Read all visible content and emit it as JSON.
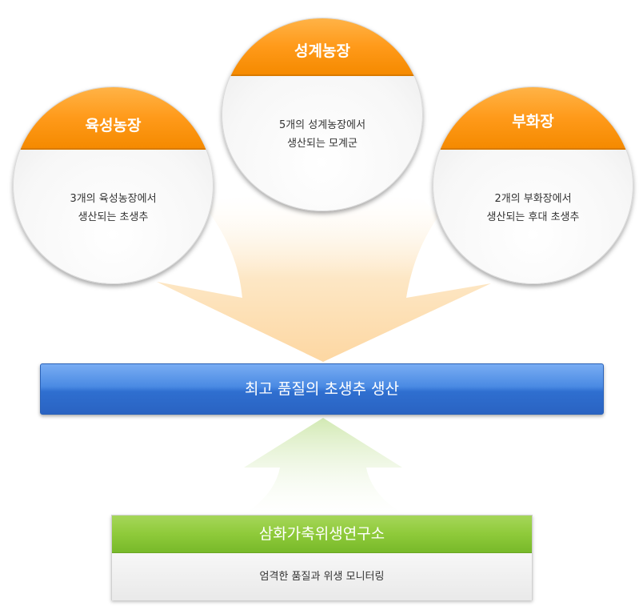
{
  "farms": {
    "breeding": {
      "title": "육성농장",
      "desc_line1": "3개의 육성농장에서",
      "desc_line2": "생산되는 초생추"
    },
    "layer": {
      "title": "성계농장",
      "desc_line1": "5개의 성계농장에서",
      "desc_line2": "생산되는 모계군"
    },
    "hatchery": {
      "title": "부화장",
      "desc_line1": "2개의 부화장에서",
      "desc_line2": "생산되는 후대 초생추"
    }
  },
  "production": {
    "label": "최고 품질의 초생추 생산"
  },
  "institute": {
    "title": "삼화가축위생연구소",
    "desc": "엄격한 품질과 위생 모니터링"
  },
  "colors": {
    "orange": "#ff9a1a",
    "blue": "#3a78d8",
    "green": "#8fca3a",
    "arrow_orange": "#ffd9a0",
    "arrow_green": "#d4eab3"
  }
}
